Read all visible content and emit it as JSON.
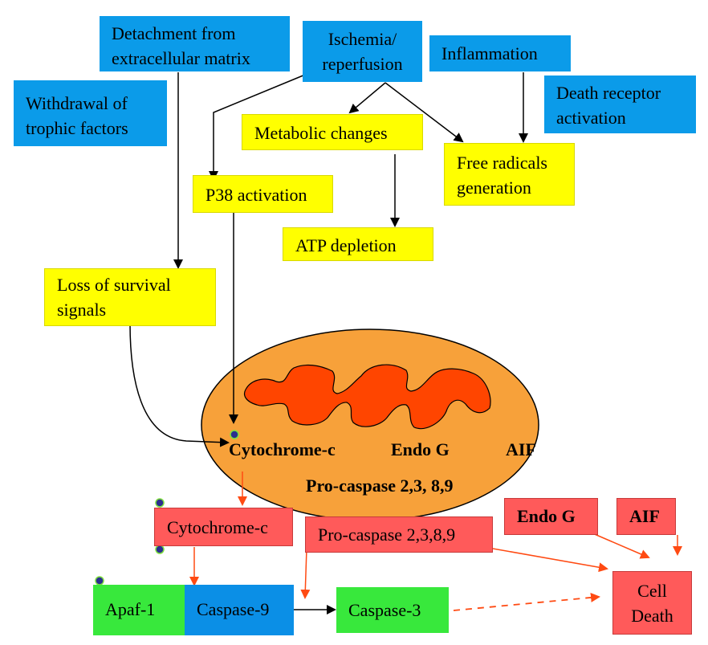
{
  "colors": {
    "cause_blue": "#0b9be9",
    "intermediate_yellow": "#ffff00",
    "mitochondrion_orange": "#f7a13a",
    "cristae_red": "#ff4500",
    "effector_red": "#ff5a5a",
    "complex_green": "#38e83c",
    "black_arrow": "#000000",
    "red_arrow": "#ff4a12",
    "marker_dot": "#2b2f8f"
  },
  "causes": {
    "detachment": [
      "Detachment from",
      "extracellular matrix"
    ],
    "ischemia": [
      "Ischemia/",
      "reperfusion"
    ],
    "inflammation": [
      "Inflammation"
    ],
    "withdrawal": [
      "Withdrawal of",
      "trophic factors"
    ],
    "death_receptor": [
      "Death receptor",
      "activation"
    ]
  },
  "intermediates": {
    "metabolic": "Metabolic changes",
    "free_radicals": [
      "Free radicals",
      "generation"
    ],
    "p38": "P38 activation",
    "atp": "ATP depletion",
    "survival": [
      "Loss of survival",
      "signals"
    ]
  },
  "mitochondrion": {
    "cytochrome": "Cytochrome-c",
    "endo_g": "Endo G",
    "aif": "AIF",
    "procaspase": "Pro-caspase 2,3, 8,9"
  },
  "released": {
    "cytochrome": "Cytochrome-c",
    "procaspase": "Pro-caspase 2,3,8,9",
    "endo_g": "Endo G",
    "aif": "AIF"
  },
  "apoptosome": {
    "apaf": "Apaf-1",
    "caspase9": "Caspase-9",
    "caspase3": "Caspase-3"
  },
  "outcome": [
    "Cell",
    "Death"
  ]
}
